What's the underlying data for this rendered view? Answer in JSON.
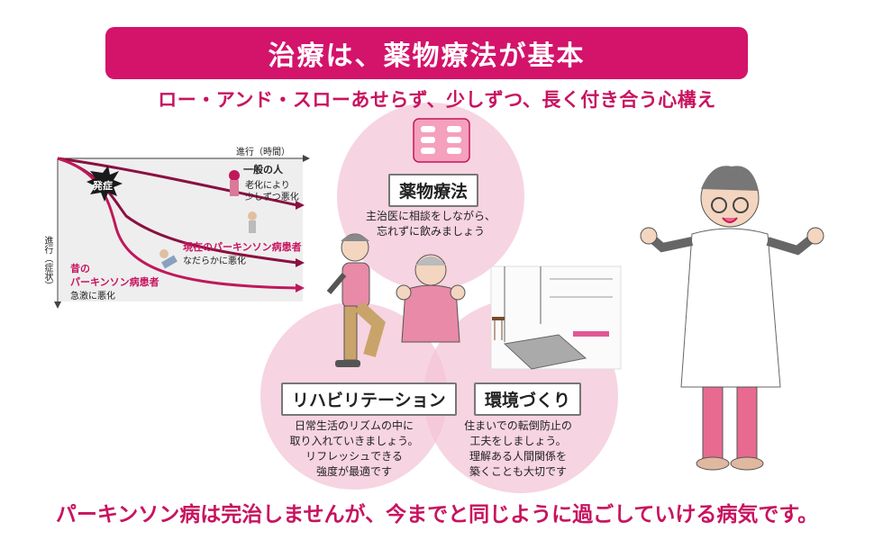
{
  "title": "治療は、薬物療法が基本",
  "subtitle": "ロー・アンド・スローあせらず、少しずつ、長く付き合う心構え",
  "footer": "パーキンソン病は完治しませんが、今までと同じように過ごしていける病気です。",
  "chart": {
    "x_axis_label": "進行（時間）",
    "y_axis_label": "進行（症状）",
    "onset_label": "発症",
    "curves": [
      {
        "name": "一般の人",
        "note_line1": "老化により",
        "note_line2": "少しずつ悪化"
      },
      {
        "name": "現在のパーキンソン病患者",
        "note_line1": "なだらかに悪化"
      },
      {
        "name": "昔の",
        "name2": "パーキンソン病患者",
        "note_line1": "急激に悪化"
      }
    ]
  },
  "circles": {
    "medication": {
      "label": "薬物療法",
      "desc_line1": "主治医に相談をしながら、",
      "desc_line2": "忘れずに飲みましょう"
    },
    "rehab": {
      "label": "リハビリテーション",
      "desc_line1": "日常生活のリズムの中に",
      "desc_line2": "取り入れていきましょう。",
      "desc_line3": "リフレッシュできる",
      "desc_line4": "強度が最適です"
    },
    "environment": {
      "label": "環境づくり",
      "desc_line1": "住まいでの転倒防止の",
      "desc_line2": "工夫をしましょう。",
      "desc_line3": "理解ある人間関係を",
      "desc_line4": "築くことも大切です"
    }
  },
  "colors": {
    "brand": "#d4136b",
    "circle_fill": "#f7d3e0",
    "curve": "#c0185b"
  }
}
